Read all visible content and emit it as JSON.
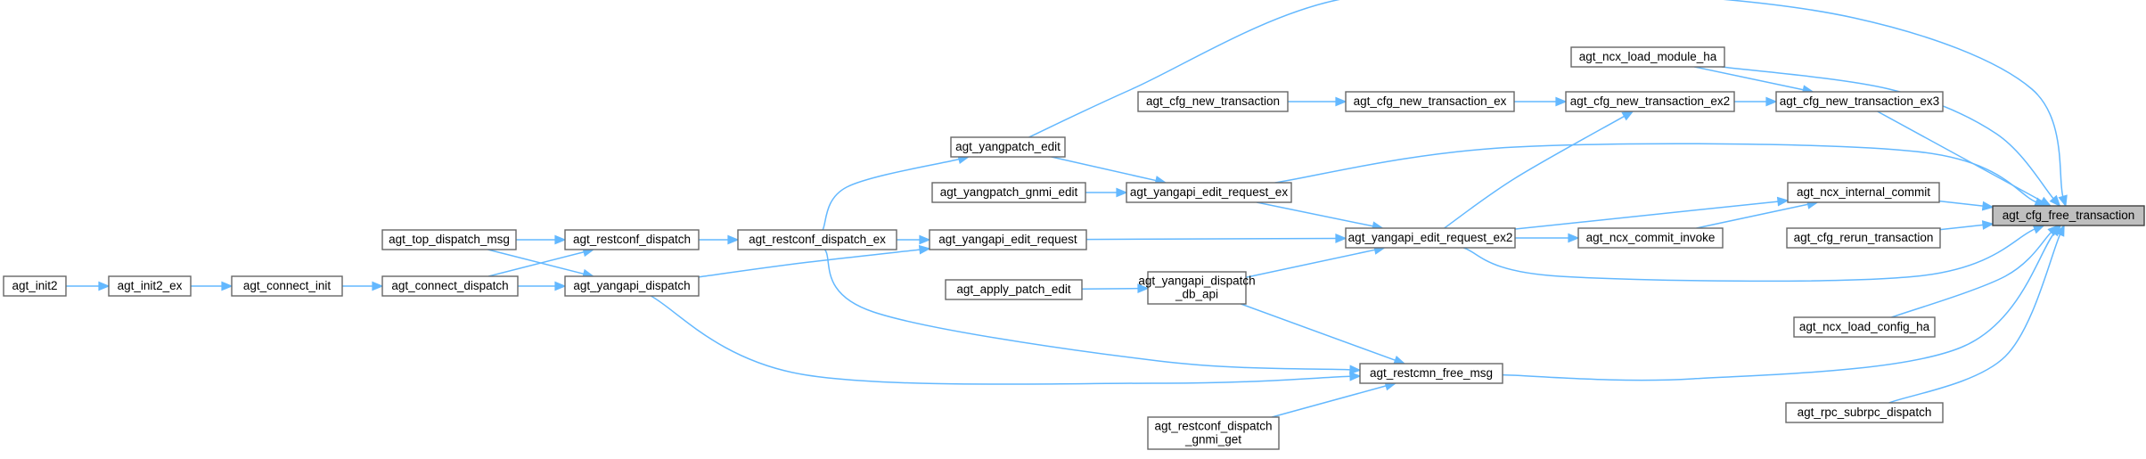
{
  "diagram": {
    "title": "agt_cfg_free_transaction caller graph",
    "edge_color": "#63b8ff",
    "focus_color": "#bfbfbf",
    "nodes": [
      {
        "id": "agt_cfg_free_transaction",
        "label": [
          "agt_cfg_free_transaction"
        ],
        "focus": true
      },
      {
        "id": "agt_ncx_load_module_ha",
        "label": [
          "agt_ncx_load_module_ha"
        ]
      },
      {
        "id": "agt_cfg_new_transaction_ex3",
        "label": [
          "agt_cfg_new_transaction_ex3"
        ]
      },
      {
        "id": "agt_cfg_new_transaction",
        "label": [
          "agt_cfg_new_transaction"
        ]
      },
      {
        "id": "agt_cfg_new_transaction_ex",
        "label": [
          "agt_cfg_new_transaction_ex"
        ]
      },
      {
        "id": "agt_cfg_new_transaction_ex2",
        "label": [
          "agt_cfg_new_transaction_ex2"
        ]
      },
      {
        "id": "agt_yangpatch_edit",
        "label": [
          "agt_yangpatch_edit"
        ]
      },
      {
        "id": "agt_yangpatch_gnmi_edit",
        "label": [
          "agt_yangpatch_gnmi_edit"
        ]
      },
      {
        "id": "agt_yangapi_edit_request_ex",
        "label": [
          "agt_yangapi_edit_request_ex"
        ]
      },
      {
        "id": "agt_ncx_internal_commit",
        "label": [
          "agt_ncx_internal_commit"
        ]
      },
      {
        "id": "agt_top_dispatch_msg",
        "label": [
          "agt_top_dispatch_msg"
        ]
      },
      {
        "id": "agt_restconf_dispatch",
        "label": [
          "agt_restconf_dispatch"
        ]
      },
      {
        "id": "agt_restconf_dispatch_ex",
        "label": [
          "agt_restconf_dispatch_ex"
        ]
      },
      {
        "id": "agt_yangapi_edit_request",
        "label": [
          "agt_yangapi_edit_request"
        ]
      },
      {
        "id": "agt_yangapi_edit_request_ex2",
        "label": [
          "agt_yangapi_edit_request_ex2"
        ]
      },
      {
        "id": "agt_ncx_commit_invoke",
        "label": [
          "agt_ncx_commit_invoke"
        ]
      },
      {
        "id": "agt_cfg_rerun_transaction",
        "label": [
          "agt_cfg_rerun_transaction"
        ]
      },
      {
        "id": "agt_init2",
        "label": [
          "agt_init2"
        ]
      },
      {
        "id": "agt_init2_ex",
        "label": [
          "agt_init2_ex"
        ]
      },
      {
        "id": "agt_connect_init",
        "label": [
          "agt_connect_init"
        ]
      },
      {
        "id": "agt_connect_dispatch",
        "label": [
          "agt_connect_dispatch"
        ]
      },
      {
        "id": "agt_yangapi_dispatch",
        "label": [
          "agt_yangapi_dispatch"
        ]
      },
      {
        "id": "agt_apply_patch_edit",
        "label": [
          "agt_apply_patch_edit"
        ]
      },
      {
        "id": "agt_yangapi_dispatch_db_api",
        "label": [
          "agt_yangapi_dispatch",
          "_db_api"
        ]
      },
      {
        "id": "agt_ncx_load_config_ha",
        "label": [
          "agt_ncx_load_config_ha"
        ]
      },
      {
        "id": "agt_restcmn_free_msg",
        "label": [
          "agt_restcmn_free_msg"
        ]
      },
      {
        "id": "agt_rpc_subrpc_dispatch",
        "label": [
          "agt_rpc_subrpc_dispatch"
        ]
      },
      {
        "id": "agt_restconf_dispatch_gnmi_get",
        "label": [
          "agt_restconf_dispatch",
          "_gnmi_get"
        ]
      }
    ],
    "edges": [
      {
        "from": "agt_yangpatch_edit",
        "to": "agt_cfg_free_transaction"
      },
      {
        "from": "agt_ncx_load_module_ha",
        "to": "agt_cfg_free_transaction"
      },
      {
        "from": "agt_cfg_new_transaction_ex3",
        "to": "agt_cfg_free_transaction"
      },
      {
        "from": "agt_yangapi_edit_request_ex",
        "to": "agt_cfg_free_transaction"
      },
      {
        "from": "agt_ncx_internal_commit",
        "to": "agt_cfg_free_transaction"
      },
      {
        "from": "agt_cfg_rerun_transaction",
        "to": "agt_cfg_free_transaction"
      },
      {
        "from": "agt_yangapi_edit_request_ex2",
        "to": "agt_cfg_free_transaction"
      },
      {
        "from": "agt_ncx_load_config_ha",
        "to": "agt_cfg_free_transaction"
      },
      {
        "from": "agt_restcmn_free_msg",
        "to": "agt_cfg_free_transaction"
      },
      {
        "from": "agt_rpc_subrpc_dispatch",
        "to": "agt_cfg_free_transaction"
      },
      {
        "from": "agt_ncx_load_module_ha",
        "to": "agt_cfg_new_transaction_ex3"
      },
      {
        "from": "agt_cfg_new_transaction_ex2",
        "to": "agt_cfg_new_transaction_ex3"
      },
      {
        "from": "agt_cfg_new_transaction",
        "to": "agt_cfg_new_transaction_ex"
      },
      {
        "from": "agt_cfg_new_transaction_ex",
        "to": "agt_cfg_new_transaction_ex2"
      },
      {
        "from": "agt_yangapi_edit_request_ex2",
        "to": "agt_cfg_new_transaction_ex2"
      },
      {
        "from": "agt_restconf_dispatch_ex",
        "to": "agt_yangpatch_edit"
      },
      {
        "from": "agt_yangpatch_edit",
        "to": "agt_yangapi_edit_request_ex"
      },
      {
        "from": "agt_yangpatch_gnmi_edit",
        "to": "agt_yangapi_edit_request_ex"
      },
      {
        "from": "agt_yangapi_edit_request_ex",
        "to": "agt_yangapi_edit_request_ex2"
      },
      {
        "from": "agt_ncx_commit_invoke",
        "to": "agt_ncx_internal_commit"
      },
      {
        "from": "agt_yangapi_edit_request_ex2",
        "to": "agt_ncx_internal_commit"
      },
      {
        "from": "agt_yangapi_edit_request_ex2",
        "to": "agt_ncx_commit_invoke"
      },
      {
        "from": "agt_yangapi_edit_request",
        "to": "agt_yangapi_edit_request_ex2"
      },
      {
        "from": "agt_yangapi_dispatch_db_api",
        "to": "agt_yangapi_edit_request_ex2"
      },
      {
        "from": "agt_restconf_dispatch_ex",
        "to": "agt_yangapi_edit_request"
      },
      {
        "from": "agt_yangapi_dispatch",
        "to": "agt_yangapi_edit_request"
      },
      {
        "from": "agt_restconf_dispatch",
        "to": "agt_restconf_dispatch_ex"
      },
      {
        "from": "agt_top_dispatch_msg",
        "to": "agt_restconf_dispatch"
      },
      {
        "from": "agt_connect_dispatch",
        "to": "agt_restconf_dispatch"
      },
      {
        "from": "agt_top_dispatch_msg",
        "to": "agt_yangapi_dispatch"
      },
      {
        "from": "agt_connect_dispatch",
        "to": "agt_yangapi_dispatch"
      },
      {
        "from": "agt_init2",
        "to": "agt_init2_ex"
      },
      {
        "from": "agt_init2_ex",
        "to": "agt_connect_init"
      },
      {
        "from": "agt_connect_init",
        "to": "agt_connect_dispatch"
      },
      {
        "from": "agt_apply_patch_edit",
        "to": "agt_yangapi_dispatch_db_api"
      },
      {
        "from": "agt_yangapi_dispatch_db_api",
        "to": "agt_restcmn_free_msg"
      },
      {
        "from": "agt_yangapi_dispatch",
        "to": "agt_restcmn_free_msg"
      },
      {
        "from": "agt_restconf_dispatch_ex",
        "to": "agt_restcmn_free_msg"
      },
      {
        "from": "agt_restconf_dispatch_gnmi_get",
        "to": "agt_restcmn_free_msg"
      }
    ]
  }
}
